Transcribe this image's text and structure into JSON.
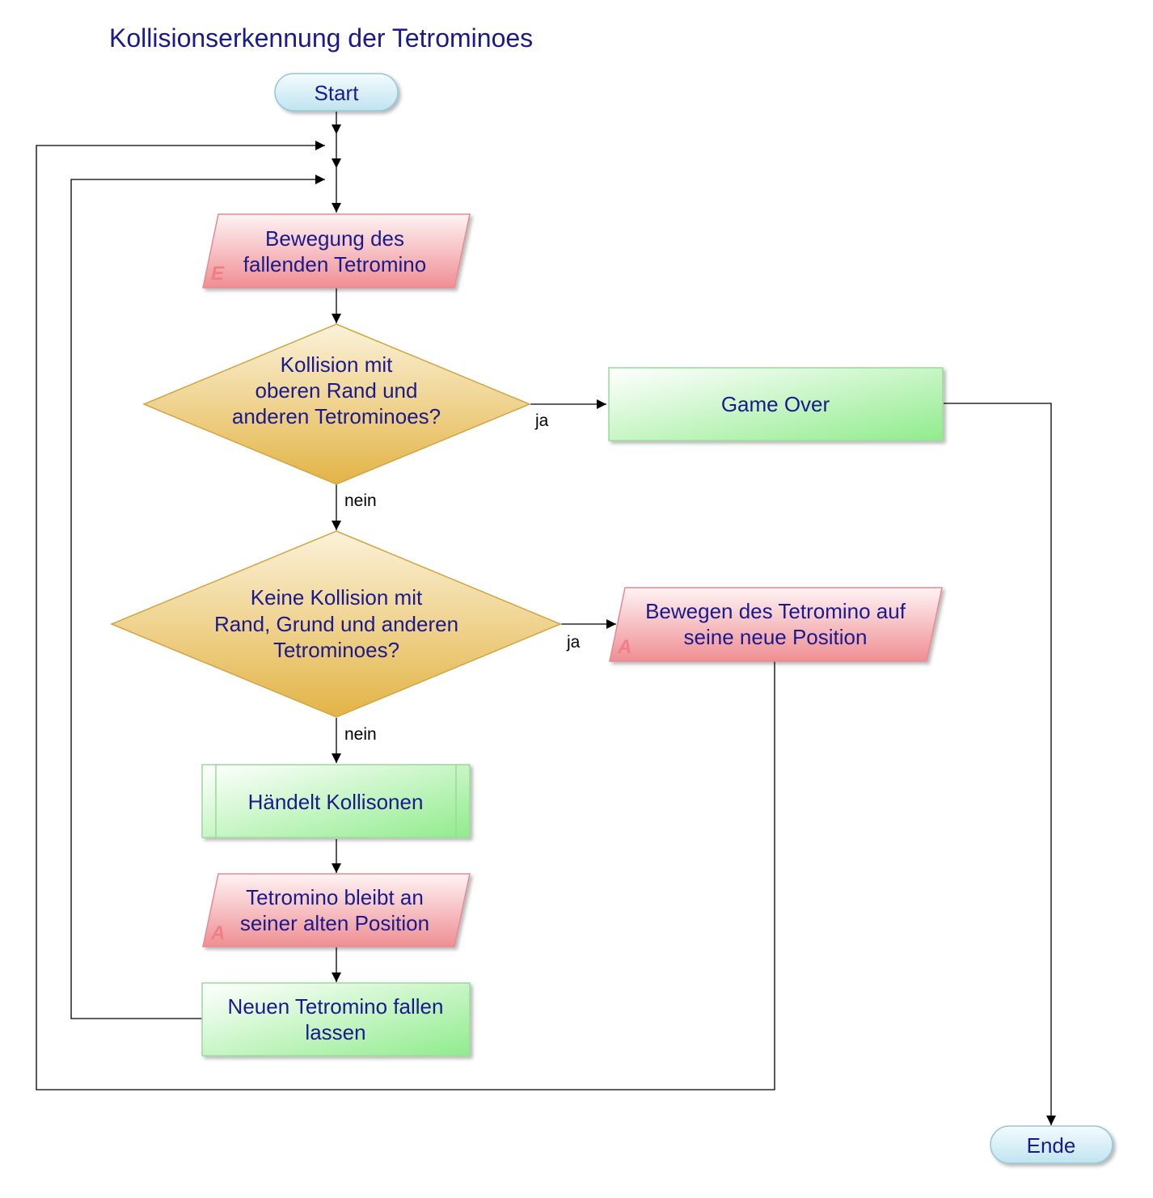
{
  "title": "Kollisionserkennung der Tetrominoes",
  "nodes": {
    "start": "Start",
    "input_move": [
      "Bewegung des",
      "fallenden Tetromino"
    ],
    "input_marker": "E",
    "decision_top": [
      "Kollision mit",
      "oberen Rand und",
      "anderen Tetrominoes?"
    ],
    "game_over": "Game Over",
    "decision_free": [
      "Keine Kollision mit",
      "Rand, Grund und anderen",
      "Tetrominoes?"
    ],
    "output_move": [
      "Bewegen des Tetromino auf",
      "seine neue Position"
    ],
    "output_move_marker": "A",
    "handle": "Händelt Kollisonen",
    "output_stay": [
      "Tetromino bleibt an",
      "seiner alten Position"
    ],
    "output_stay_marker": "A",
    "new_piece": [
      "Neuen Tetromino fallen",
      "lassen"
    ],
    "end": "Ende"
  },
  "edge_labels": {
    "top_yes": "ja",
    "top_no": "nein",
    "free_yes": "ja",
    "free_no": "nein"
  }
}
